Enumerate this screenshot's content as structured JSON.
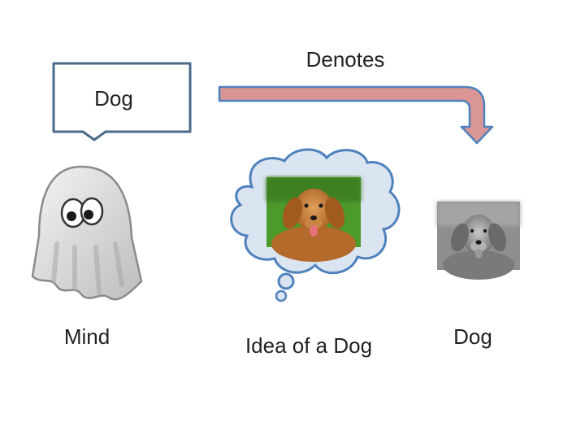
{
  "speech_bubble": {
    "text": "Dog"
  },
  "arrow": {
    "label": "Denotes",
    "color": "#d99694",
    "outline": "#4f81bd"
  },
  "captions": {
    "mind": "Mind",
    "idea": "Idea of a Dog",
    "dog": "Dog"
  },
  "icons": {
    "ghost": "ghost-icon",
    "thought_cloud": "thought-cloud-icon",
    "dog_photo_color": "dog-photo-color",
    "dog_photo_gray": "dog-photo-grayscale"
  },
  "colors": {
    "cloud_fill": "#dbe5f1",
    "cloud_stroke": "#4f81bd",
    "bubble_stroke": "#4a6a8a",
    "grass": "#4c9a2a"
  }
}
